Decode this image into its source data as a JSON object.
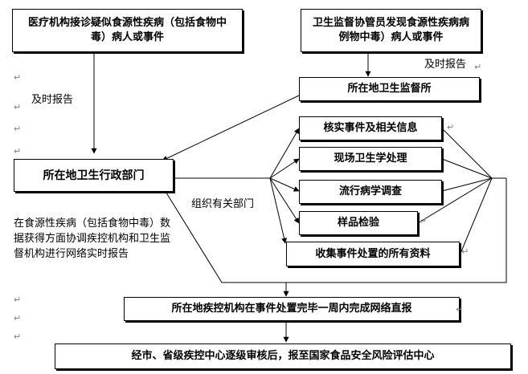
{
  "boxes": {
    "medical": "医疗机构接诊疑似食源性疾病（包括食物中毒）病人或事件",
    "inspector": "卫生监督协管员发现食源性疾病病例物中毒）病人或事件",
    "supervision_office": "所在地卫生监督所",
    "admin_dept": "所在地卫生行政部门",
    "verify": "核实事件及相关信息",
    "onsite": "现场卫生学处理",
    "epidemiology": "流行病学调查",
    "sample": "样品检验",
    "collect": "收集事件处置的所有资料",
    "cdc_report": "所在地疾控机构在事件处置完毕一周内完成网络直报",
    "final": "经市、省级疾控中心逐级审核后，报至国家食品安全风险评估中心"
  },
  "labels": {
    "timely_left": "及时报告",
    "timely_right": "及时报告",
    "organize": "组织有关部门",
    "note": "在食源性疾病（包括食物中毒）数据获得方面协调疾控机构和卫生监督机构进行网络实时报告"
  },
  "paragraph_mark": "↵"
}
